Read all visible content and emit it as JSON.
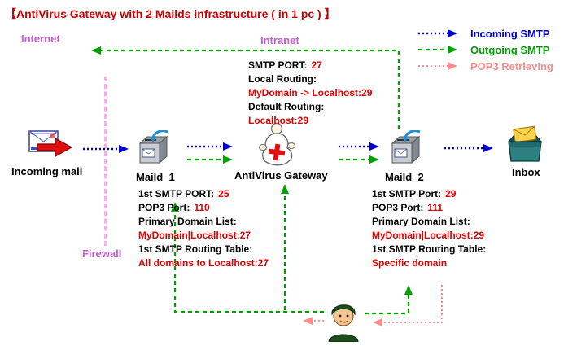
{
  "title": "【AntiVirus Gateway with 2 Mailds infrastructure ( in 1 pc ) 】",
  "colors": {
    "title": "#cc0000",
    "incoming": "#0000cc",
    "outgoing": "#00a000",
    "pop3": "#ff8c8c",
    "zone": "#c060c8",
    "value": "#e00000",
    "firewall": "#ffaaee"
  },
  "zones": {
    "internet": "Internet",
    "intranet": "Intranet",
    "firewall": "Firewall"
  },
  "legend": {
    "items": [
      {
        "label": "Incoming SMTP",
        "color": "#0000cc",
        "line_style": "blue dotted arrow"
      },
      {
        "label": "Outgoing SMTP",
        "color": "#00a000",
        "line_style": "green dashed arrow"
      },
      {
        "label": "POP3 Retrieving",
        "color": "#ff8c8c",
        "line_style": "pink dotted arrow"
      }
    ]
  },
  "nodes": {
    "incoming_mail": {
      "label": "Incoming mail"
    },
    "maild1": {
      "label": "Maild_1"
    },
    "gateway": {
      "label": "AntiVirus Gateway"
    },
    "maild2": {
      "label": "Maild_2"
    },
    "inbox": {
      "label": "Inbox"
    }
  },
  "icons": {
    "incoming_mail": "airmail-envelope-with-red-arrow",
    "maild": "mail-server-box-with-blue-arrow",
    "gateway": "figure-with-red-cross",
    "inbox": "box-with-yellow-envelope",
    "user": "person-face-green-hair"
  },
  "gateway_config": {
    "lines": [
      {
        "label": "SMTP PORT:",
        "value": "27"
      },
      {
        "label": "Local Routing:",
        "value": ""
      },
      {
        "label": "",
        "value": "MyDomain  -> Localhost:29"
      },
      {
        "label": "Default Routing:",
        "value": ""
      },
      {
        "label": "",
        "value": "Localhost:29"
      }
    ]
  },
  "maild1_config": {
    "lines": [
      {
        "label": "1st SMTP PORT:",
        "value": "25"
      },
      {
        "label": "POP3 Port:",
        "value": "110"
      },
      {
        "label": "Primary Domain List:",
        "value": ""
      },
      {
        "label": "",
        "value": "MyDomain|Localhost:27"
      },
      {
        "label": "1st SMTP Routing Table:",
        "value": ""
      },
      {
        "label": "",
        "value": "All domains to Localhost:27"
      }
    ]
  },
  "maild2_config": {
    "lines": [
      {
        "label": "1st SMTP Port:",
        "value": "29"
      },
      {
        "label": "POP3 Port:",
        "value": "111"
      },
      {
        "label": "Primary Domain List:",
        "value": ""
      },
      {
        "label": "",
        "value": "MyDomain|Localhost:29"
      },
      {
        "label": "1st SMTP Routing Table:",
        "value": ""
      },
      {
        "label": "",
        "value": "Specific domain"
      }
    ]
  }
}
